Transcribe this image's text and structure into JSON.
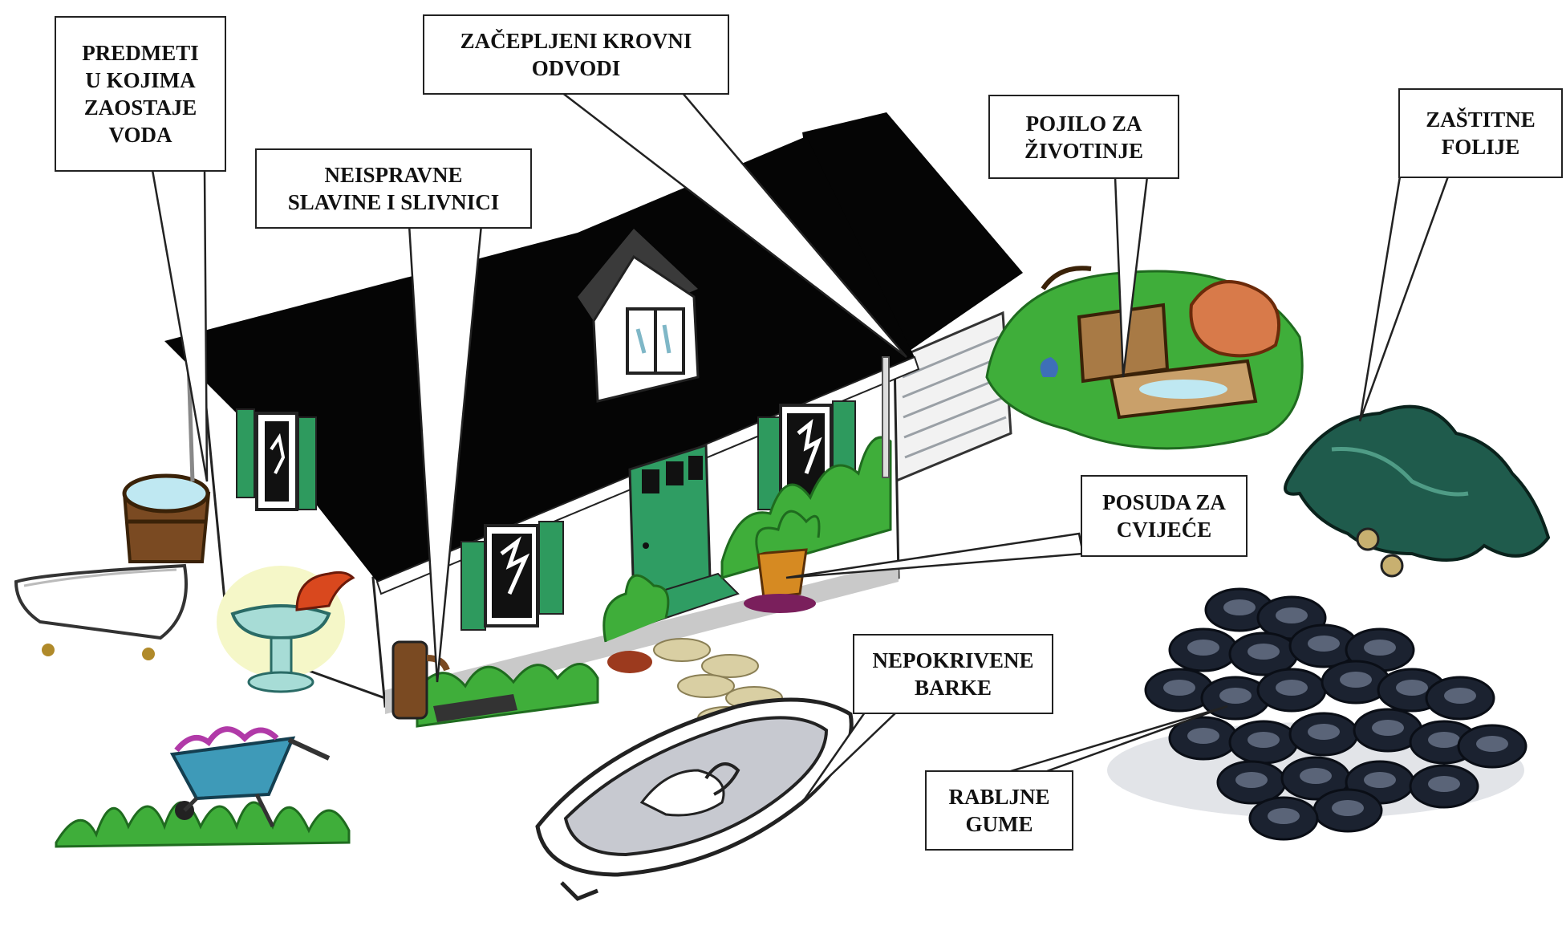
{
  "labels": {
    "predmeti": [
      "PREDMETI",
      "U KOJIMA",
      "ZAOSTAJE",
      "VODA"
    ],
    "krovni": [
      "ZAČEPLJENI KROVNI",
      "ODVODI"
    ],
    "slavine": [
      "NEISPRAVNE",
      "SLAVINE I SLIVNICI"
    ],
    "pojilo": [
      "POJILO ZA",
      "ŽIVOTINJE"
    ],
    "folije": [
      "ZAŠTITNE",
      "FOLIJE"
    ],
    "posuda": [
      "POSUDA ZA",
      "CVIJEĆE"
    ],
    "barke": [
      "NEPOKRIVENE",
      "BARKE"
    ],
    "gume": [
      "RABLJNE",
      "GUME"
    ]
  },
  "colors": {
    "roof": "#050505",
    "wall": "#ffffff",
    "trim": "#2e9a5e",
    "grass": "#3fae3a",
    "tarp": "#1f5b4c",
    "tire": "#1b2230",
    "door": "#2f9d63",
    "barrel": "#7a4a22",
    "water": "#bfe8f2"
  }
}
